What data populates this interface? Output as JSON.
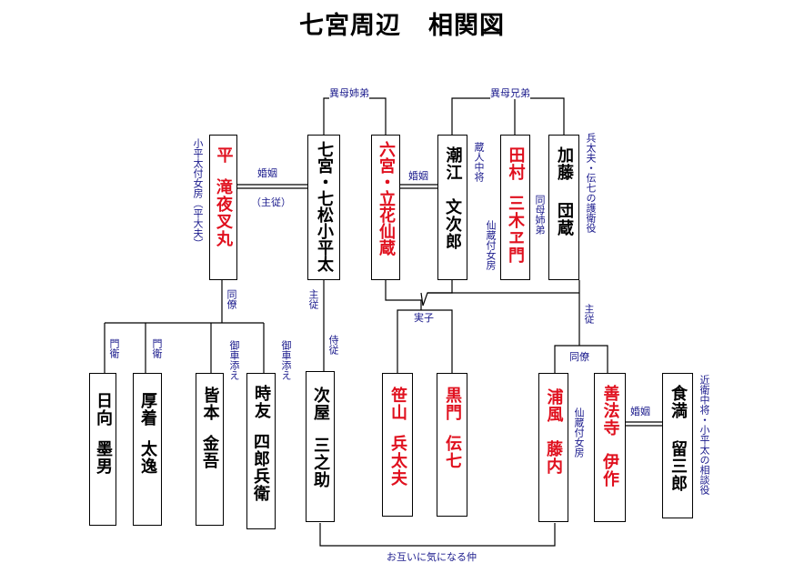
{
  "title": {
    "main": "七宮周辺",
    "sub": "相関図"
  },
  "people": {
    "taira": {
      "line1": "平",
      "line2": "滝夜叉丸"
    },
    "shichimiya": {
      "line1": "七宮・七松小平太"
    },
    "rokumiya": {
      "line1": "六宮・立花仙蔵"
    },
    "shiomi": {
      "line1": "潮江",
      "line2": "文次郎"
    },
    "tamura": {
      "line1": "田村",
      "line2": "三木ヱ門"
    },
    "kato": {
      "line1": "加藤",
      "line2": "団蔵"
    },
    "hinata": {
      "line1": "日向",
      "line2": "墨男"
    },
    "atsugi": {
      "line1": "厚着",
      "line2": "太逸"
    },
    "minamoto": {
      "line1": "皆本",
      "line2": "金吾"
    },
    "tokitomo": {
      "line1": "時友",
      "line2": "四郎兵衛"
    },
    "tsugiya": {
      "line1": "次屋",
      "line2": "三之助"
    },
    "sasayama": {
      "line1": "笹山",
      "line2": "兵太夫"
    },
    "kurokado": {
      "line1": "黒門",
      "line2": "伝七"
    },
    "urakaze": {
      "line1": "浦風",
      "line2": "藤内"
    },
    "zenpoji": {
      "line1": "善法寺",
      "line2": "伊作"
    },
    "kema": {
      "line1": "食満",
      "line2": "留三郎"
    }
  },
  "labels": {
    "ibo_shitei": "異母姉弟",
    "ibo_kyodai": "異母兄弟",
    "kon_in_1": "婚姻",
    "shujuu": "（主従）",
    "kon_in_2": "婚姻",
    "kurodo": "蔵人中将",
    "senzo_nyobo": "仙蔵付女房",
    "dobo_shitei": "同母姉弟",
    "goeiyaku": "兵太夫・伝七の護衛役",
    "kohei_nyobo": "小平太付女房（平大夫）",
    "doryo_1": "同僚",
    "shuju_1": "主従",
    "jisshi": "実子",
    "shuju_2": "主従",
    "monei_1": "門衛",
    "monei_2": "門衛",
    "gosha_1": "御車添え",
    "gosha_2": "御車添え",
    "jijuu": "侍従",
    "doryo_2": "同僚",
    "senzo_nyobo_2": "仙蔵付女房",
    "kon_in_3": "婚姻",
    "konoe": "近衛中将・小平太の相談役",
    "otagai": "お互いに気になる仲"
  },
  "colors": {
    "name_black": "#000000",
    "name_red": "#e0101e",
    "label_blue": "#1a1a8c",
    "line": "#000000"
  }
}
